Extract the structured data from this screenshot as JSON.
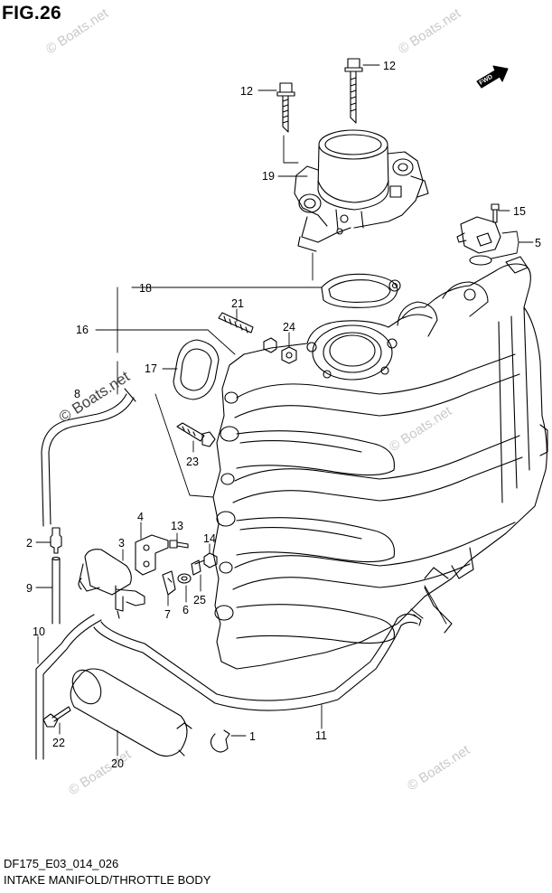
{
  "figure": {
    "title": "FIG.26",
    "code": "DF175_E03_014_026",
    "caption": "INTAKE MANIFOLD/THROTTLE BODY",
    "fwd_label": "FWD"
  },
  "watermarks": {
    "main": "© Boats.net",
    "faint": "© Boats.net"
  },
  "callouts": {
    "c1": "1",
    "c2": "2",
    "c3": "3",
    "c4": "4",
    "c5": "5",
    "c6": "6",
    "c7": "7",
    "c8": "8",
    "c9": "9",
    "c10": "10",
    "c11": "11",
    "c12a": "12",
    "c12b": "12",
    "c13": "13",
    "c14": "14",
    "c15": "15",
    "c16": "16",
    "c17": "17",
    "c18": "18",
    "c19": "19",
    "c20": "20",
    "c21": "21",
    "c22": "22",
    "c23": "23",
    "c24": "24",
    "c25": "25"
  },
  "colors": {
    "line": "#000000",
    "background": "#ffffff",
    "watermark": "#c9c9c9"
  }
}
